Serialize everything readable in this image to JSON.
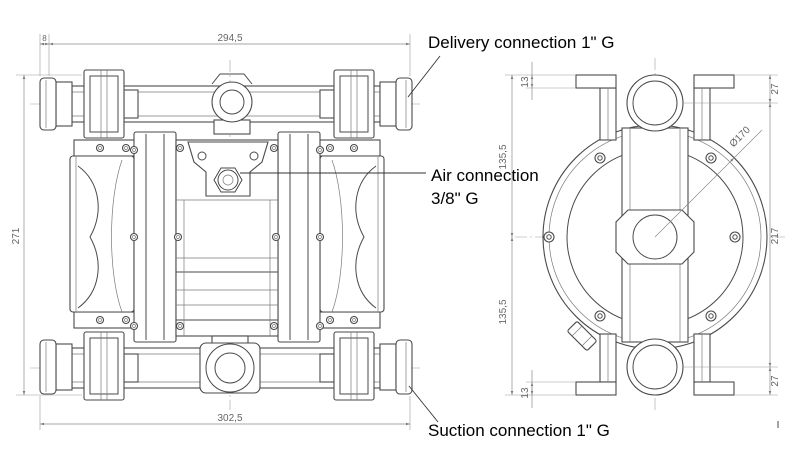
{
  "annotations": {
    "delivery": "Delivery connection 1\" G",
    "air_line1": "Air connection",
    "air_line2": "3/8\" G",
    "suction": "Suction connection 1\" G"
  },
  "front_view": {
    "dim_top_offset": "8",
    "dim_top_width": "294,5",
    "dim_height": "271",
    "dim_bottom_width": "302,5"
  },
  "side_view": {
    "dim_top_small": "13",
    "dim_top_right": "27",
    "dim_upper_half": "135,5",
    "dim_diameter": "Ø170",
    "dim_between_ports": "217",
    "dim_lower_half": "135,5",
    "dim_bottom_right": "27",
    "dim_bottom_small": "13"
  },
  "colors": {
    "line": "#4a4a4a",
    "dim": "#8a8a8a",
    "dimtext": "#666666",
    "text": "#000000"
  }
}
